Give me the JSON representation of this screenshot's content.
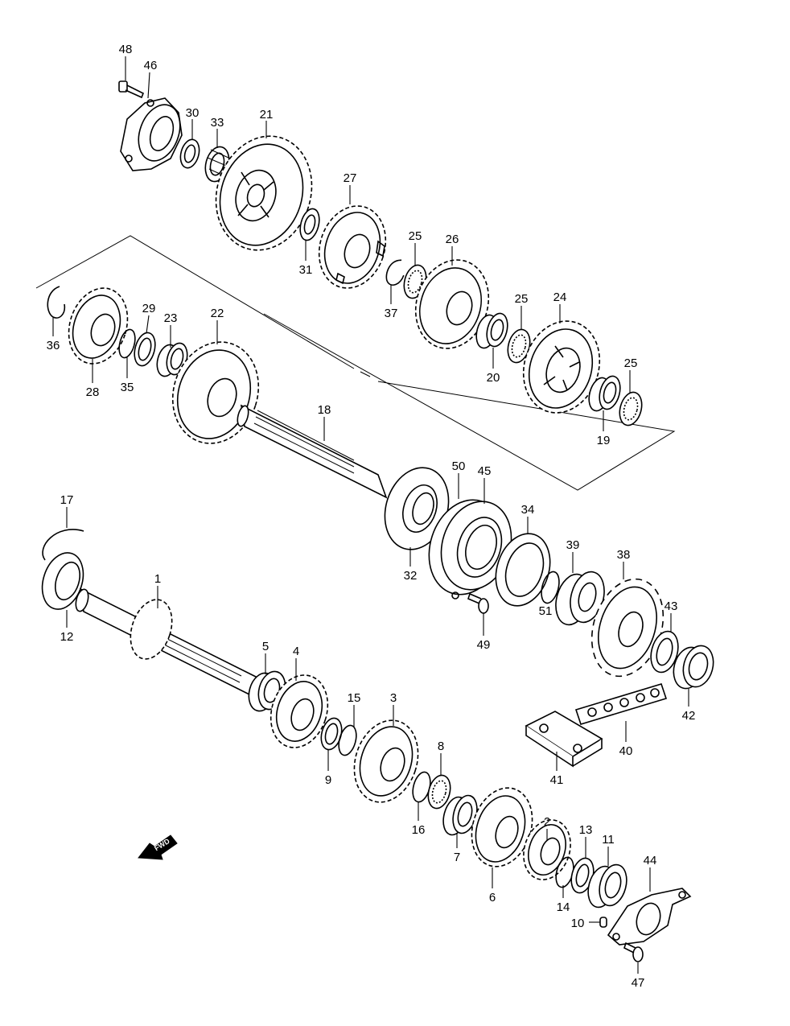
{
  "fwd_text": "FWD",
  "parts": [
    {
      "id": "p48",
      "label": "48"
    },
    {
      "id": "p46",
      "label": "46"
    },
    {
      "id": "p30",
      "label": "30"
    },
    {
      "id": "p33",
      "label": "33"
    },
    {
      "id": "p21",
      "label": "21"
    },
    {
      "id": "p27",
      "label": "27"
    },
    {
      "id": "p31",
      "label": "31"
    },
    {
      "id": "p25a",
      "label": "25"
    },
    {
      "id": "p26",
      "label": "26"
    },
    {
      "id": "p37",
      "label": "37"
    },
    {
      "id": "p25b",
      "label": "25"
    },
    {
      "id": "p24",
      "label": "24"
    },
    {
      "id": "p20",
      "label": "20"
    },
    {
      "id": "p25c",
      "label": "25"
    },
    {
      "id": "p19",
      "label": "19"
    },
    {
      "id": "p36",
      "label": "36"
    },
    {
      "id": "p28",
      "label": "28"
    },
    {
      "id": "p29",
      "label": "29"
    },
    {
      "id": "p35",
      "label": "35"
    },
    {
      "id": "p23",
      "label": "23"
    },
    {
      "id": "p22",
      "label": "22"
    },
    {
      "id": "p18",
      "label": "18"
    },
    {
      "id": "p50",
      "label": "50"
    },
    {
      "id": "p45",
      "label": "45"
    },
    {
      "id": "p32",
      "label": "32"
    },
    {
      "id": "p34",
      "label": "34"
    },
    {
      "id": "p39",
      "label": "39"
    },
    {
      "id": "p38",
      "label": "38"
    },
    {
      "id": "p49",
      "label": "49"
    },
    {
      "id": "p51",
      "label": "51"
    },
    {
      "id": "p43",
      "label": "43"
    },
    {
      "id": "p42",
      "label": "42"
    },
    {
      "id": "p17",
      "label": "17"
    },
    {
      "id": "p12",
      "label": "12"
    },
    {
      "id": "p1",
      "label": "1"
    },
    {
      "id": "p5",
      "label": "5"
    },
    {
      "id": "p4",
      "label": "4"
    },
    {
      "id": "p15",
      "label": "15"
    },
    {
      "id": "p3",
      "label": "3"
    },
    {
      "id": "p9",
      "label": "9"
    },
    {
      "id": "p8",
      "label": "8"
    },
    {
      "id": "p16",
      "label": "16"
    },
    {
      "id": "p7",
      "label": "7"
    },
    {
      "id": "p40",
      "label": "40"
    },
    {
      "id": "p41",
      "label": "41"
    },
    {
      "id": "p2",
      "label": "2"
    },
    {
      "id": "p13",
      "label": "13"
    },
    {
      "id": "p11",
      "label": "11"
    },
    {
      "id": "p44",
      "label": "44"
    },
    {
      "id": "p6",
      "label": "6"
    },
    {
      "id": "p14",
      "label": "14"
    },
    {
      "id": "p10",
      "label": "10"
    },
    {
      "id": "p47",
      "label": "47"
    }
  ]
}
